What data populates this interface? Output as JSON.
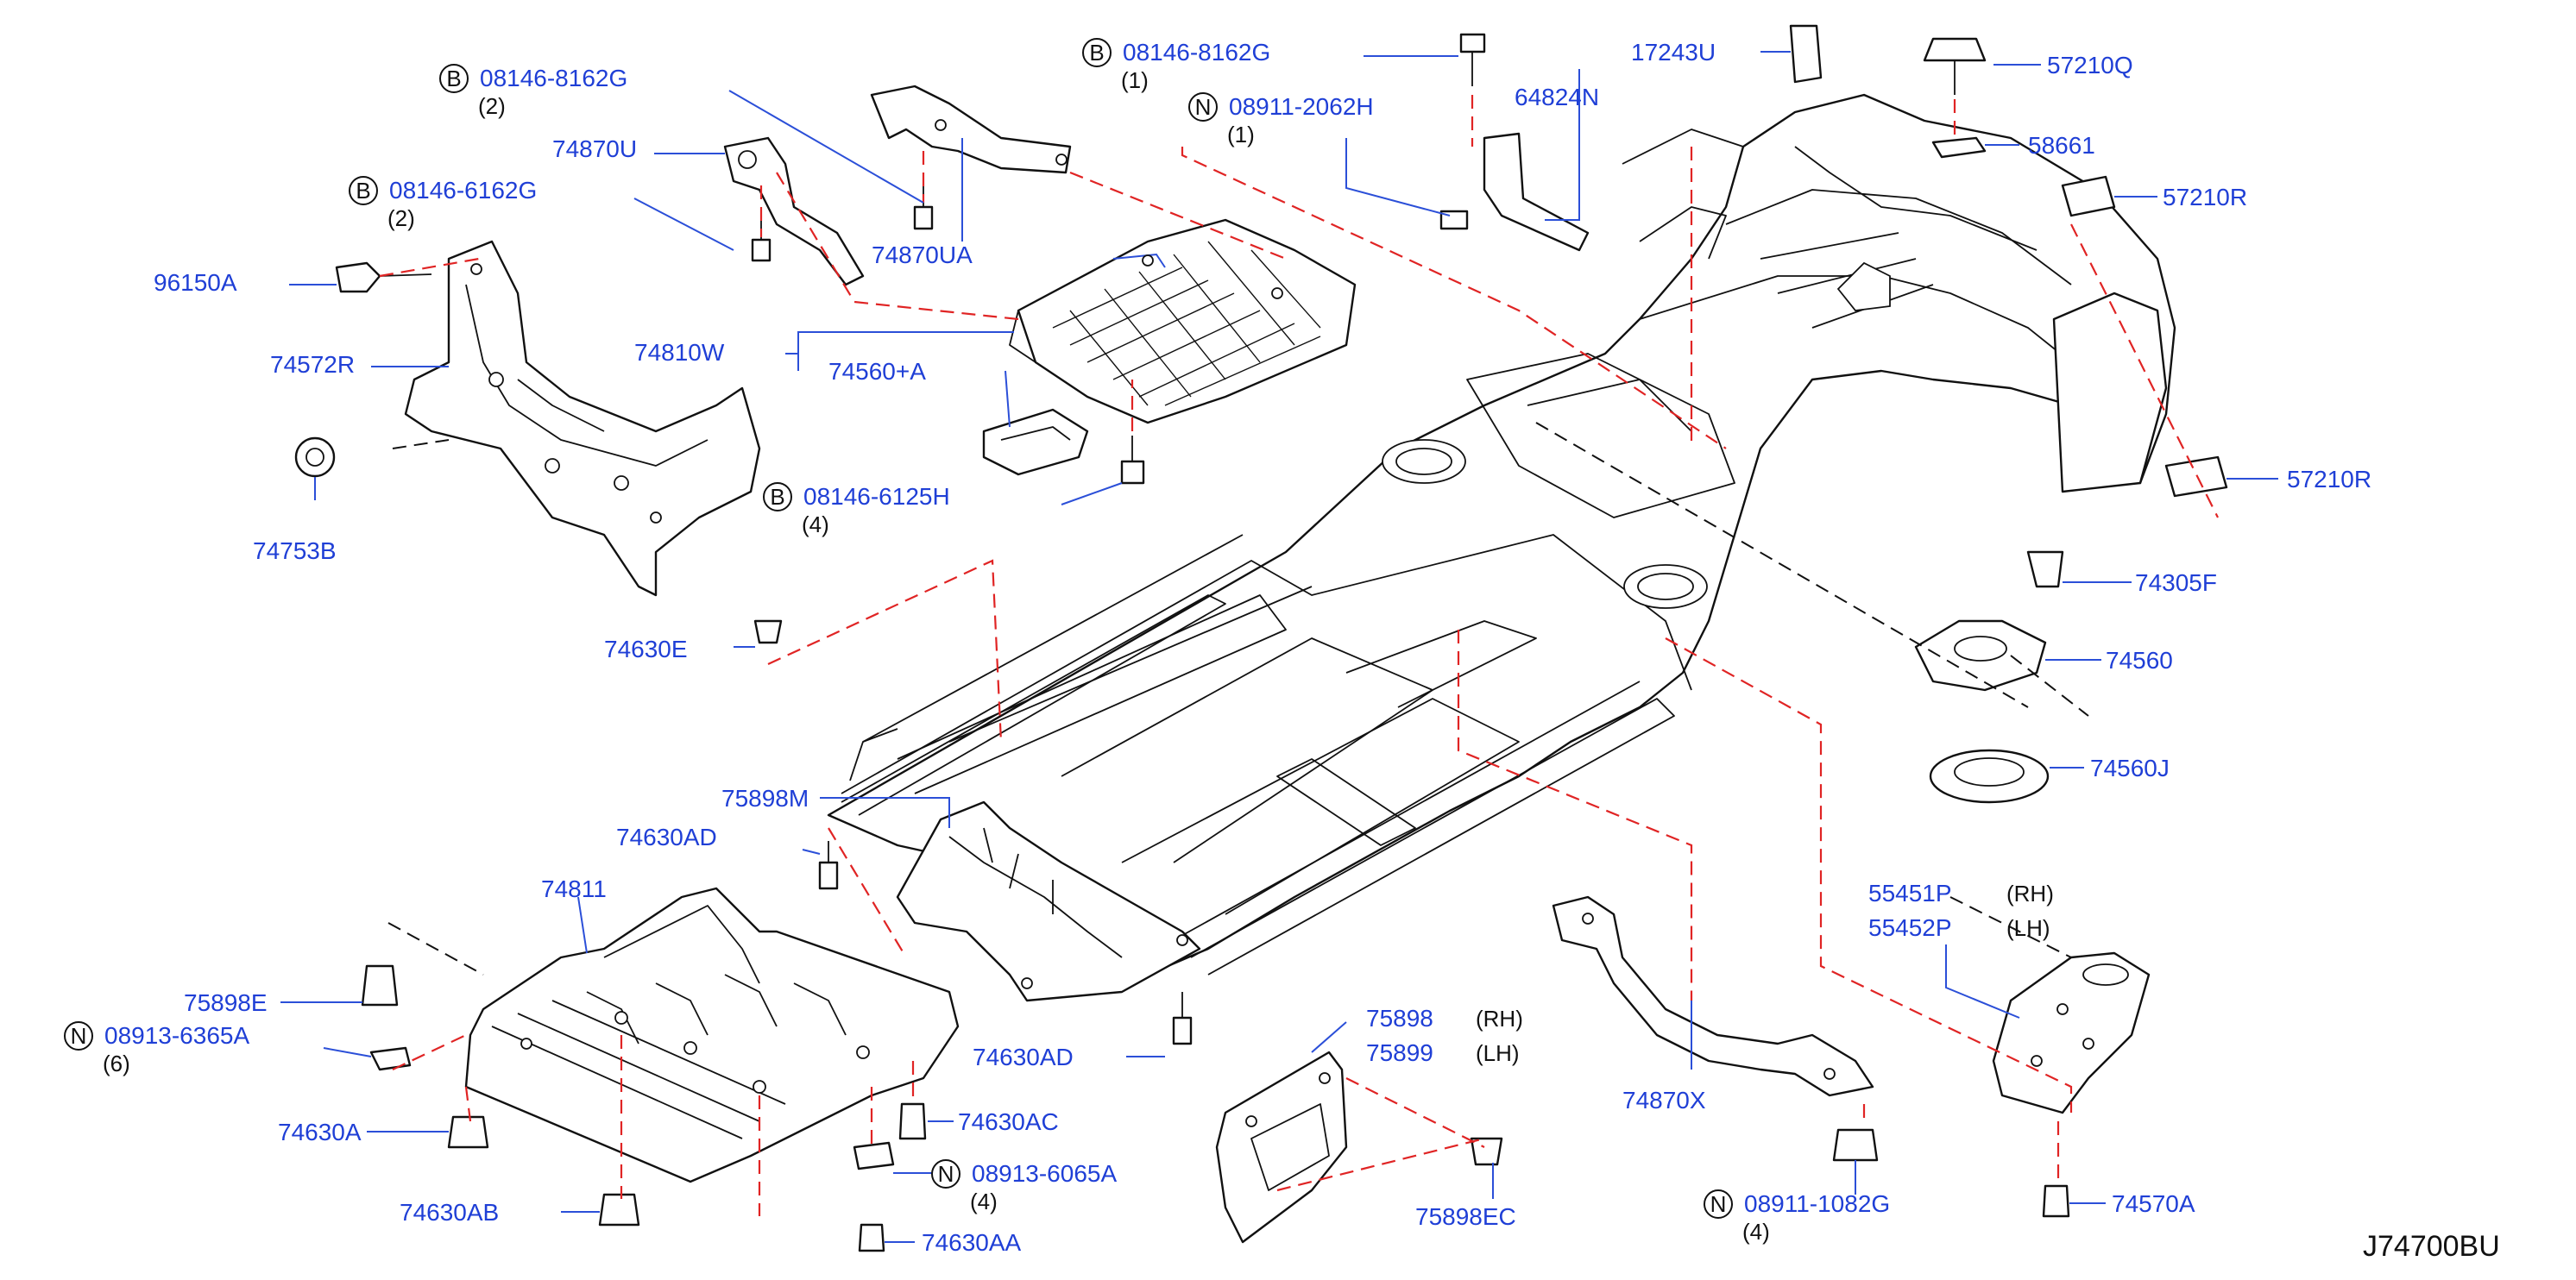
{
  "diagram": {
    "id": "J74700BU",
    "colors": {
      "label": "#1f3fd6",
      "leader": "#2b4fd8",
      "callout_dash": "#e02424",
      "outline": "#111111"
    },
    "labels": [
      {
        "key": "p_96150A",
        "part": "96150A"
      },
      {
        "key": "p_74572R",
        "part": "74572R"
      },
      {
        "key": "p_74753B",
        "part": "74753B"
      },
      {
        "key": "p_74870U",
        "part": "74870U"
      },
      {
        "key": "p_74870UA",
        "part": "74870UA"
      },
      {
        "key": "p_74810W",
        "part": "74810W"
      },
      {
        "key": "p_74560A",
        "part": "74560+A"
      },
      {
        "key": "p_74630E",
        "part": "74630E"
      },
      {
        "key": "p_17243U",
        "part": "17243U"
      },
      {
        "key": "p_64824N",
        "part": "64824N"
      },
      {
        "key": "p_57210Q",
        "part": "57210Q"
      },
      {
        "key": "p_58661",
        "part": "58661"
      },
      {
        "key": "p_57210R_1",
        "part": "57210R"
      },
      {
        "key": "p_57210R_2",
        "part": "57210R"
      },
      {
        "key": "p_74305F",
        "part": "74305F"
      },
      {
        "key": "p_74560",
        "part": "74560"
      },
      {
        "key": "p_74560J",
        "part": "74560J"
      },
      {
        "key": "p_75898M",
        "part": "75898M"
      },
      {
        "key": "p_74630AD_1",
        "part": "74630AD"
      },
      {
        "key": "p_74811",
        "part": "74811"
      },
      {
        "key": "p_75898E",
        "part": "75898E"
      },
      {
        "key": "p_74630A",
        "part": "74630A"
      },
      {
        "key": "p_74630AB",
        "part": "74630AB"
      },
      {
        "key": "p_74630AC",
        "part": "74630AC"
      },
      {
        "key": "p_74630AA",
        "part": "74630AA"
      },
      {
        "key": "p_74630AD_2",
        "part": "74630AD"
      },
      {
        "key": "p_75898",
        "part": "75898",
        "side": "(RH)"
      },
      {
        "key": "p_75899",
        "part": "75899",
        "side": "(LH)"
      },
      {
        "key": "p_75898EC",
        "part": "75898EC"
      },
      {
        "key": "p_74870X",
        "part": "74870X"
      },
      {
        "key": "p_55451P",
        "part": "55451P",
        "side": "(RH)"
      },
      {
        "key": "p_55452P",
        "part": "55452P",
        "side": "(LH)"
      },
      {
        "key": "p_74570A",
        "part": "74570A"
      },
      {
        "key": "f_b1",
        "badge": "B",
        "part": "08146-8162G",
        "qty": "(2)"
      },
      {
        "key": "f_b2",
        "badge": "B",
        "part": "08146-6162G",
        "qty": "(2)"
      },
      {
        "key": "f_b3",
        "badge": "B",
        "part": "08146-8162G",
        "qty": "(1)"
      },
      {
        "key": "f_n1",
        "badge": "N",
        "part": "08911-2062H",
        "qty": "(1)"
      },
      {
        "key": "f_b4",
        "badge": "B",
        "part": "08146-6125H",
        "qty": "(4)"
      },
      {
        "key": "f_n2",
        "badge": "N",
        "part": "08913-6365A",
        "qty": "(6)"
      },
      {
        "key": "f_n3",
        "badge": "N",
        "part": "08913-6065A",
        "qty": "(4)"
      },
      {
        "key": "f_n4",
        "badge": "N",
        "part": "08911-1082G",
        "qty": "(4)"
      }
    ]
  }
}
